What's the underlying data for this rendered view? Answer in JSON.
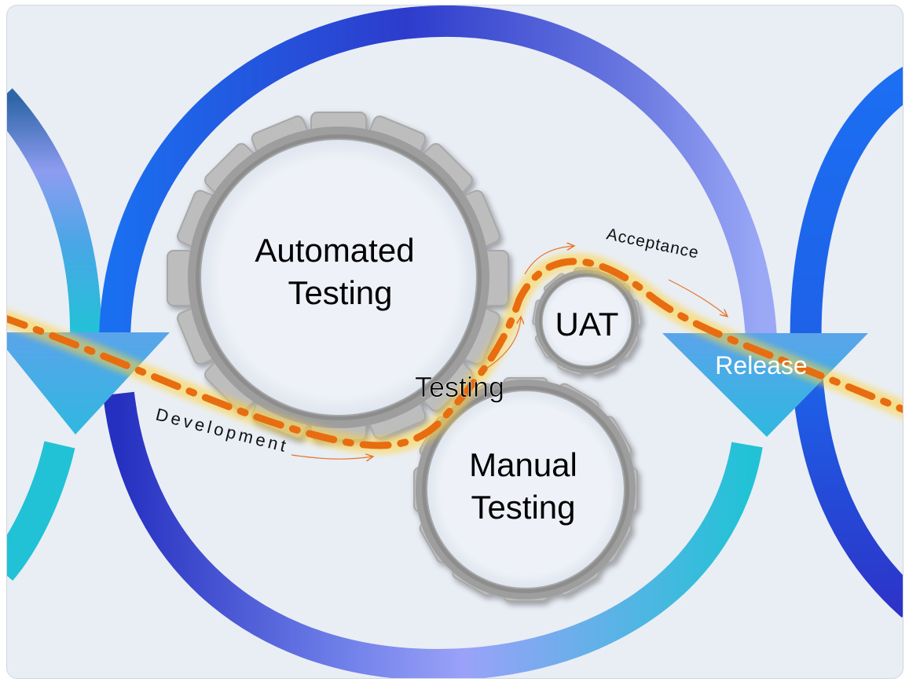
{
  "labels": {
    "automated_line1": "Automated",
    "automated_line2": "Testing",
    "manual_line1": "Manual",
    "manual_line2": "Testing",
    "uat": "UAT",
    "testing": "Testing",
    "release": "Release",
    "development": "Development",
    "acceptance": "Acceptance"
  },
  "colors": {
    "ring_blue": "#1a6ff0",
    "ring_indigo": "#3238d0",
    "ring_lavender": "#9aa2f8",
    "ring_cyan": "#26c2d4",
    "path_orange": "#e86c10",
    "gear_gray": "#9a9a9a",
    "background": "#e9eef5"
  },
  "icons": {
    "gears": "gear-icon",
    "arrows": "arrowhead-icon"
  }
}
